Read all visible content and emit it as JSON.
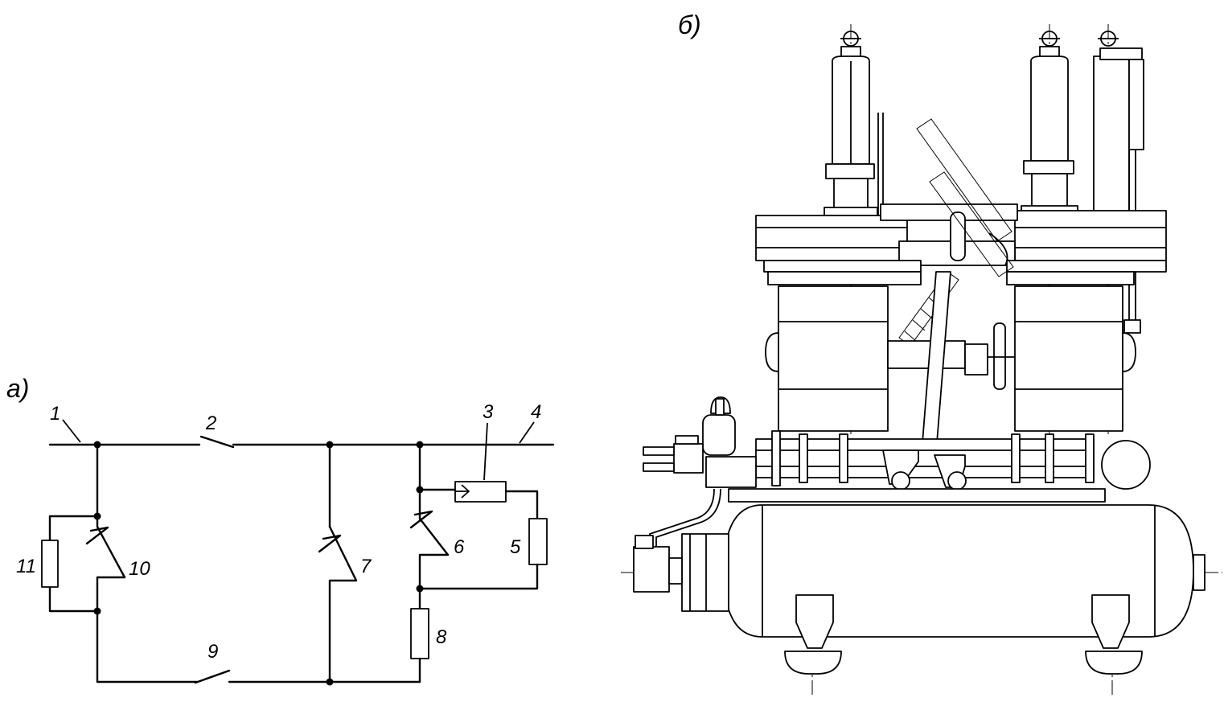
{
  "figure": {
    "panel_a_label": "a)",
    "panel_b_label": "б)"
  },
  "circuit": {
    "labels": {
      "n1": "1",
      "n2": "2",
      "n3": "3",
      "n4": "4",
      "n5": "5",
      "n6": "6",
      "n7": "7",
      "n8": "8",
      "n9": "9",
      "n10": "10",
      "n11": "11"
    }
  }
}
